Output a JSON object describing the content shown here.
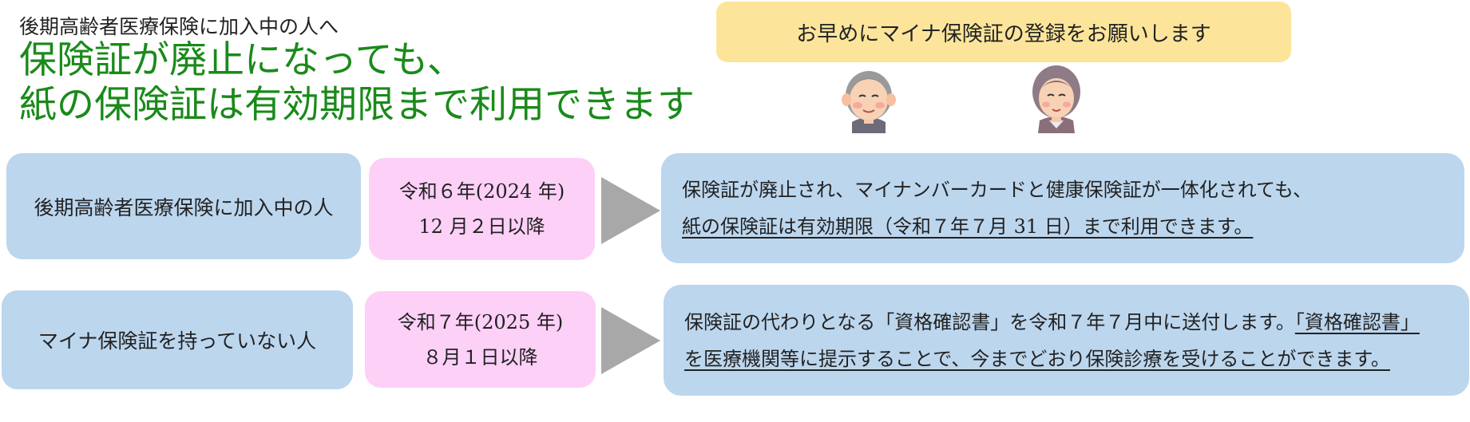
{
  "header": {
    "subtitle": "後期高齢者医療保険に加入中の人へ",
    "headline_line1": "保険証が廃止になっても、",
    "headline_line2": "紙の保険証は有効期限まで利用できます"
  },
  "notice": "お早めにマイナ保険証の登録をお願いします",
  "rows": [
    {
      "target": "後期高齢者医療保険に加入中の人",
      "date_line1": "令和６年(2024 年)",
      "date_line2": "12 月２日以降",
      "message_line1": "保険証が廃止され、マイナンバーカードと健康保険証が一体化されても、",
      "message_line2": "紙の保険証は有効期限（令和７年７月 31 日）まで利用できます。"
    },
    {
      "target": "マイナ保険証を持っていない人",
      "date_line1": "令和７年(2025 年)",
      "date_line2": "８月１日以降",
      "message_line1_plain": "保険証の代わりとなる「資格確認書」を令和７年７月中に送付します。",
      "message_line1_underlined": "「資格確認書」",
      "message_line2": "を医療機関等に提示することで、今までどおり保険診療を受けることができます。"
    }
  ],
  "colors": {
    "headline": "#1a8a1a",
    "notice_bg": "#fce59b",
    "target_bg": "#bcd6ee",
    "date_bg": "#fdd0f8",
    "arrow": "#a8a8a8"
  },
  "icons": [
    "elderly-man-icon",
    "elderly-woman-icon",
    "arrow-right-icon"
  ]
}
